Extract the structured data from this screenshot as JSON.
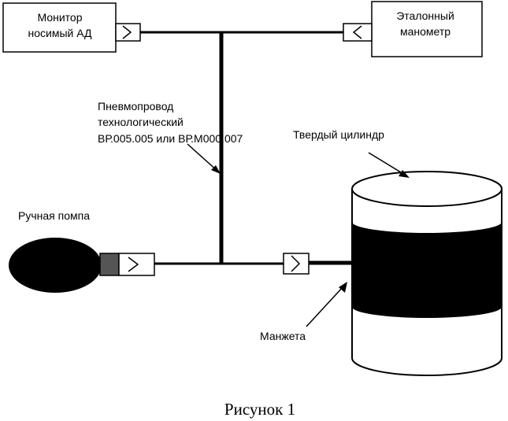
{
  "monitor": {
    "line1": "Монитор",
    "line2": "носимый АД"
  },
  "manometer": {
    "line1": "Эталонный",
    "line2": "манометр"
  },
  "pipe_label": {
    "line1": "Пневмопровод",
    "line2": "технологический",
    "line3": "ВР.005.005 или ВР.М000.007"
  },
  "cylinder_label": "Твердый цилиндр",
  "pump_label": "Ручная помпа",
  "cuff_label": "Манжета",
  "caption": "Рисунок 1"
}
